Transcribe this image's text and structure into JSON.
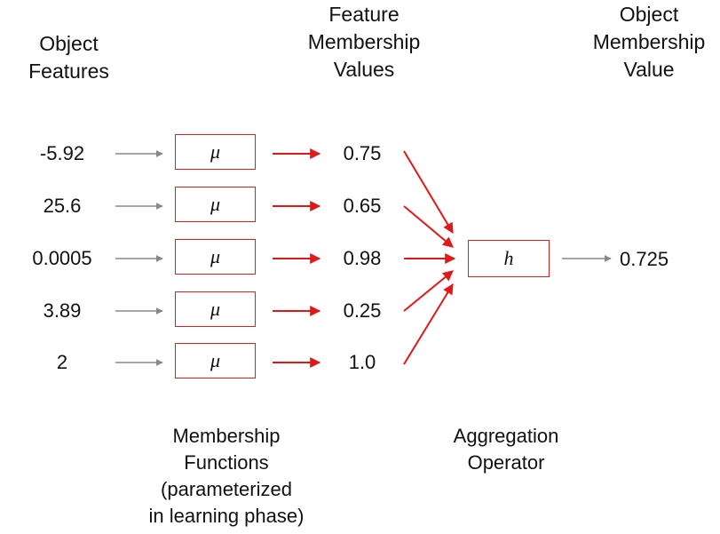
{
  "headings": {
    "object_features": [
      "Object",
      "Features"
    ],
    "feature_membership_values": [
      "Feature",
      "Membership",
      "Values"
    ],
    "object_membership_value": [
      "Object",
      "Membership",
      "Value"
    ]
  },
  "rows": [
    {
      "feature": "-5.92",
      "function_symbol": "μ",
      "membership": "0.75"
    },
    {
      "feature": "25.6",
      "function_symbol": "μ",
      "membership": "0.65"
    },
    {
      "feature": "0.0005",
      "function_symbol": "μ",
      "membership": "0.98"
    },
    {
      "feature": "3.89",
      "function_symbol": "μ",
      "membership": "0.25"
    },
    {
      "feature": "2",
      "function_symbol": "μ",
      "membership": "1.0"
    }
  ],
  "aggregation": {
    "symbol": "h",
    "output_value": "0.725"
  },
  "captions": {
    "membership_functions": [
      "Membership",
      "Functions",
      "(parameterized",
      "in learning phase)"
    ],
    "aggregation_operator": [
      "Aggregation",
      "Operator"
    ]
  },
  "colors": {
    "accent_red": "#e01818",
    "arrow_gray": "#888888",
    "text": "#111111"
  }
}
